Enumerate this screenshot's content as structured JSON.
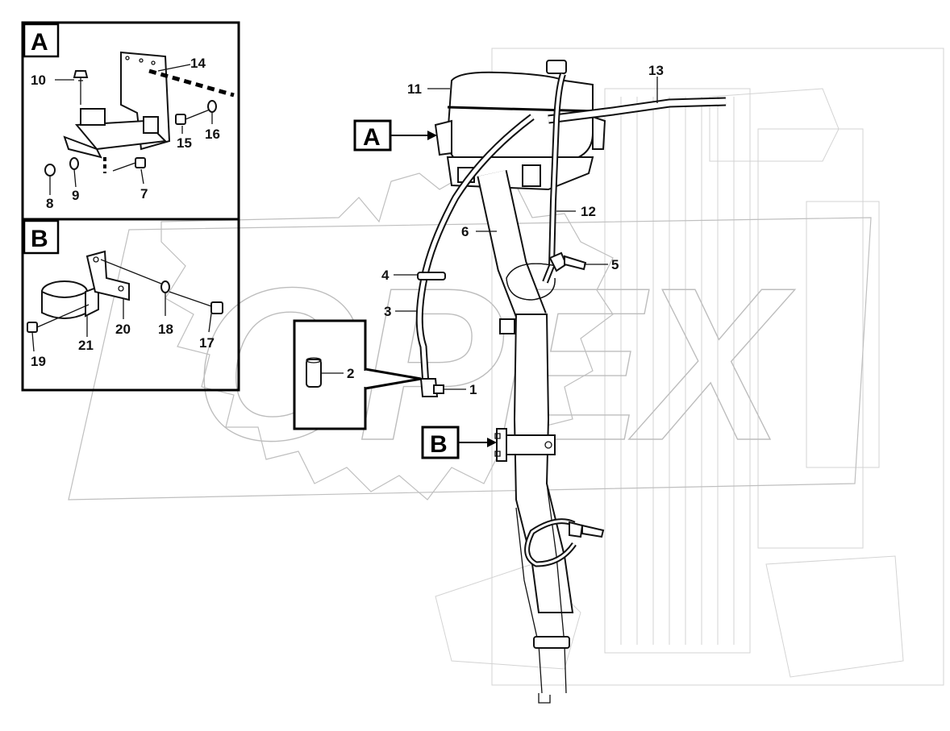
{
  "detail_a": {
    "letter": "A"
  },
  "detail_b": {
    "letter": "B"
  },
  "callouts_main": {
    "A": "A",
    "B": "B"
  },
  "labels": {
    "n1": "1",
    "n2": "2",
    "n3": "3",
    "n4": "4",
    "n5": "5",
    "n6": "6",
    "n7": "7",
    "n8": "8",
    "n9": "9",
    "n10": "10",
    "n11": "11",
    "n12": "12",
    "n13": "13",
    "n14": "14",
    "n15": "15",
    "n16": "16",
    "n17": "17",
    "n18": "18",
    "n19": "19",
    "n20": "20",
    "n21": "21"
  },
  "watermark": {
    "text": "OPEX"
  }
}
